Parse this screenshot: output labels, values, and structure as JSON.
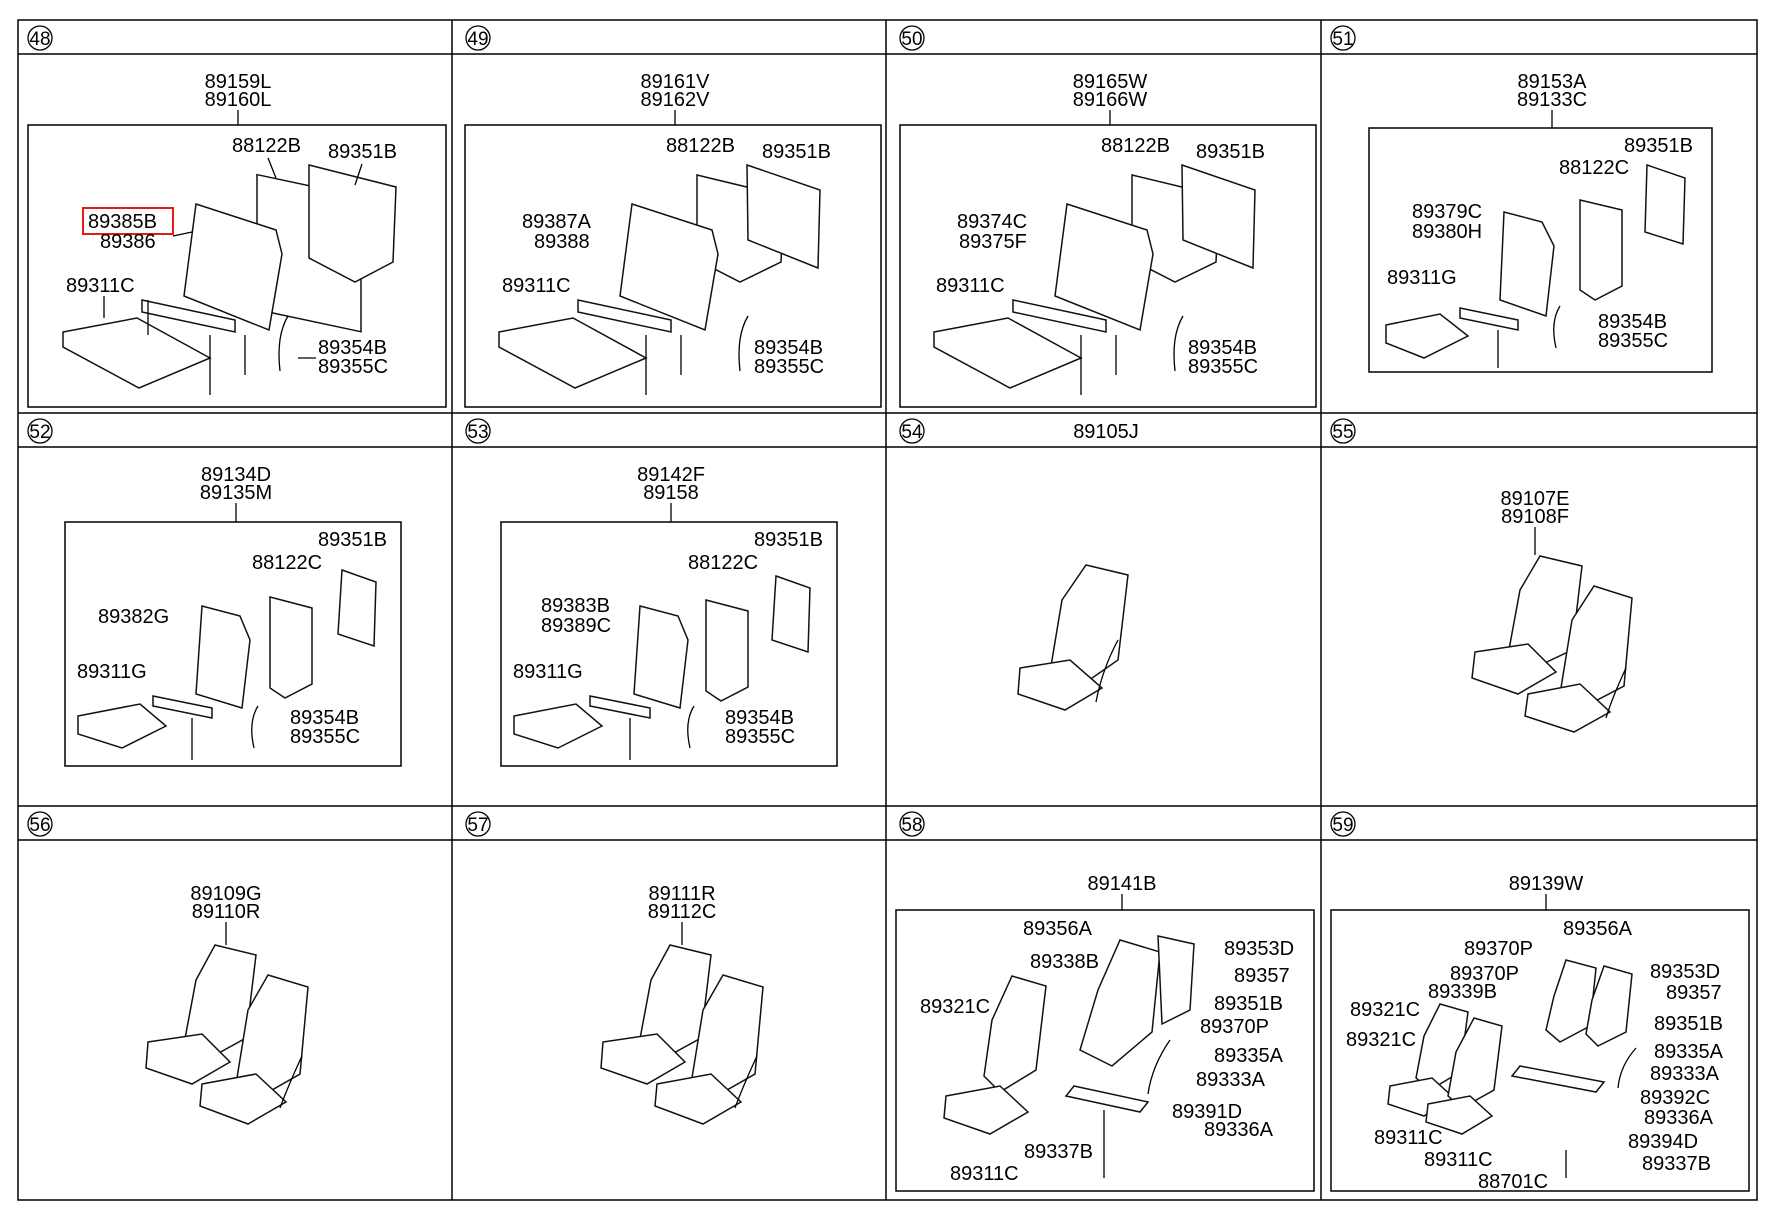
{
  "panels": [
    {
      "num": "48",
      "caption": [
        "89159L",
        "89160L"
      ],
      "labels": [
        "88122B",
        "89351B",
        "89385B",
        "89386",
        "89311C",
        "89354B",
        "89355C"
      ],
      "highlight": "89385B"
    },
    {
      "num": "49",
      "caption": [
        "89161V",
        "89162V"
      ],
      "labels": [
        "88122B",
        "89351B",
        "89387A",
        "89388",
        "89311C",
        "89354B",
        "89355C"
      ]
    },
    {
      "num": "50",
      "caption": [
        "89165W",
        "89166W"
      ],
      "labels": [
        "88122B",
        "89351B",
        "89374C",
        "89375F",
        "89311C",
        "89354B",
        "89355C"
      ]
    },
    {
      "num": "51",
      "caption": [
        "89153A",
        "89133C"
      ],
      "labels": [
        "89351B",
        "88122C",
        "89379C",
        "89380H",
        "89311G",
        "89354B",
        "89355C"
      ]
    },
    {
      "num": "52",
      "caption": [
        "89134D",
        "89135M"
      ],
      "labels": [
        "89351B",
        "88122C",
        "89382G",
        "89311G",
        "89354B",
        "89355C"
      ]
    },
    {
      "num": "53",
      "caption": [
        "89142F",
        "89158"
      ],
      "labels": [
        "89351B",
        "88122C",
        "89383B",
        "89389C",
        "89311G",
        "89354B",
        "89355C"
      ]
    },
    {
      "num": "54",
      "caption": [
        "89105J"
      ],
      "labels": []
    },
    {
      "num": "55",
      "caption": [
        "89107E",
        "89108F"
      ],
      "labels": []
    },
    {
      "num": "56",
      "caption": [
        "89109G",
        "89110R"
      ],
      "labels": []
    },
    {
      "num": "57",
      "caption": [
        "89111R",
        "89112C"
      ],
      "labels": []
    },
    {
      "num": "58",
      "caption": [
        "89141B"
      ],
      "labels": [
        "89356A",
        "89353D",
        "89338B",
        "89357",
        "89321C",
        "89351B",
        "89370P",
        "89335A",
        "89333A",
        "89391D",
        "89336A",
        "89337B",
        "89311C"
      ]
    },
    {
      "num": "59",
      "caption": [
        "89139W"
      ],
      "labels": [
        "89356A",
        "89370P",
        "89353D",
        "89370P",
        "89357",
        "89339B",
        "89321C",
        "89351B",
        "89321C",
        "89335A",
        "89333A",
        "89392C",
        "89336A",
        "89394D",
        "89311C",
        "89337B",
        "89311C",
        "88701C"
      ]
    }
  ]
}
